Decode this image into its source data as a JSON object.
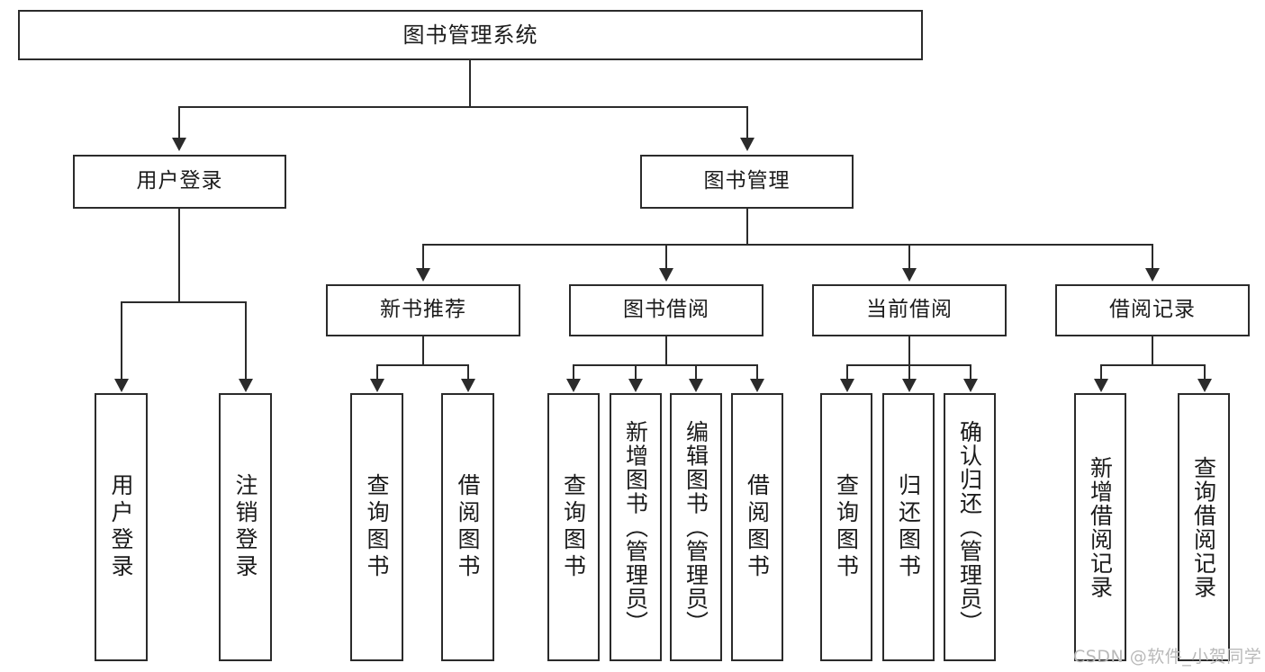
{
  "diagram": {
    "title": "图书管理系统",
    "type": "hierarchy-tree",
    "levels": 4,
    "root": {
      "id": "root",
      "label": "图书管理系统"
    },
    "level2": [
      {
        "id": "user-login",
        "label": "用户登录"
      },
      {
        "id": "book-management",
        "label": "图书管理"
      }
    ],
    "level3": [
      {
        "id": "new-book-recommend",
        "label": "新书推荐",
        "parent": "book-management"
      },
      {
        "id": "book-borrow",
        "label": "图书借阅",
        "parent": "book-management"
      },
      {
        "id": "current-borrow",
        "label": "当前借阅",
        "parent": "book-management"
      },
      {
        "id": "borrow-record",
        "label": "借阅记录",
        "parent": "book-management"
      }
    ],
    "leaves": {
      "user_login": [
        {
          "id": "leaf-user-login",
          "label": "用户登录"
        },
        {
          "id": "leaf-logout-login",
          "label": "注销登录"
        }
      ],
      "new_book_recommend": [
        {
          "id": "leaf-query-book-1",
          "label": "查询图书"
        },
        {
          "id": "leaf-borrow-book-1",
          "label": "借阅图书"
        }
      ],
      "book_borrow": [
        {
          "id": "leaf-query-book-2",
          "label": "查询图书"
        },
        {
          "id": "leaf-add-book",
          "label": "新增图书（管理员）"
        },
        {
          "id": "leaf-edit-book",
          "label": "编辑图书（管理员）"
        },
        {
          "id": "leaf-borrow-book-2",
          "label": "借阅图书"
        }
      ],
      "current_borrow": [
        {
          "id": "leaf-query-book-3",
          "label": "查询图书"
        },
        {
          "id": "leaf-return-book",
          "label": "归还图书"
        },
        {
          "id": "leaf-confirm-return",
          "label": "确认归还（管理员）"
        }
      ],
      "borrow_record": [
        {
          "id": "leaf-add-record",
          "label": "新增借阅记录"
        },
        {
          "id": "leaf-query-record",
          "label": "查询借阅记录"
        }
      ]
    }
  },
  "watermark": {
    "text": "CSDN @软件_小贺同学"
  },
  "colors": {
    "stroke": "#2b2b2b",
    "fill": "#ffffff",
    "text": "#1b1b1b",
    "watermark": "#b9b9b9"
  }
}
